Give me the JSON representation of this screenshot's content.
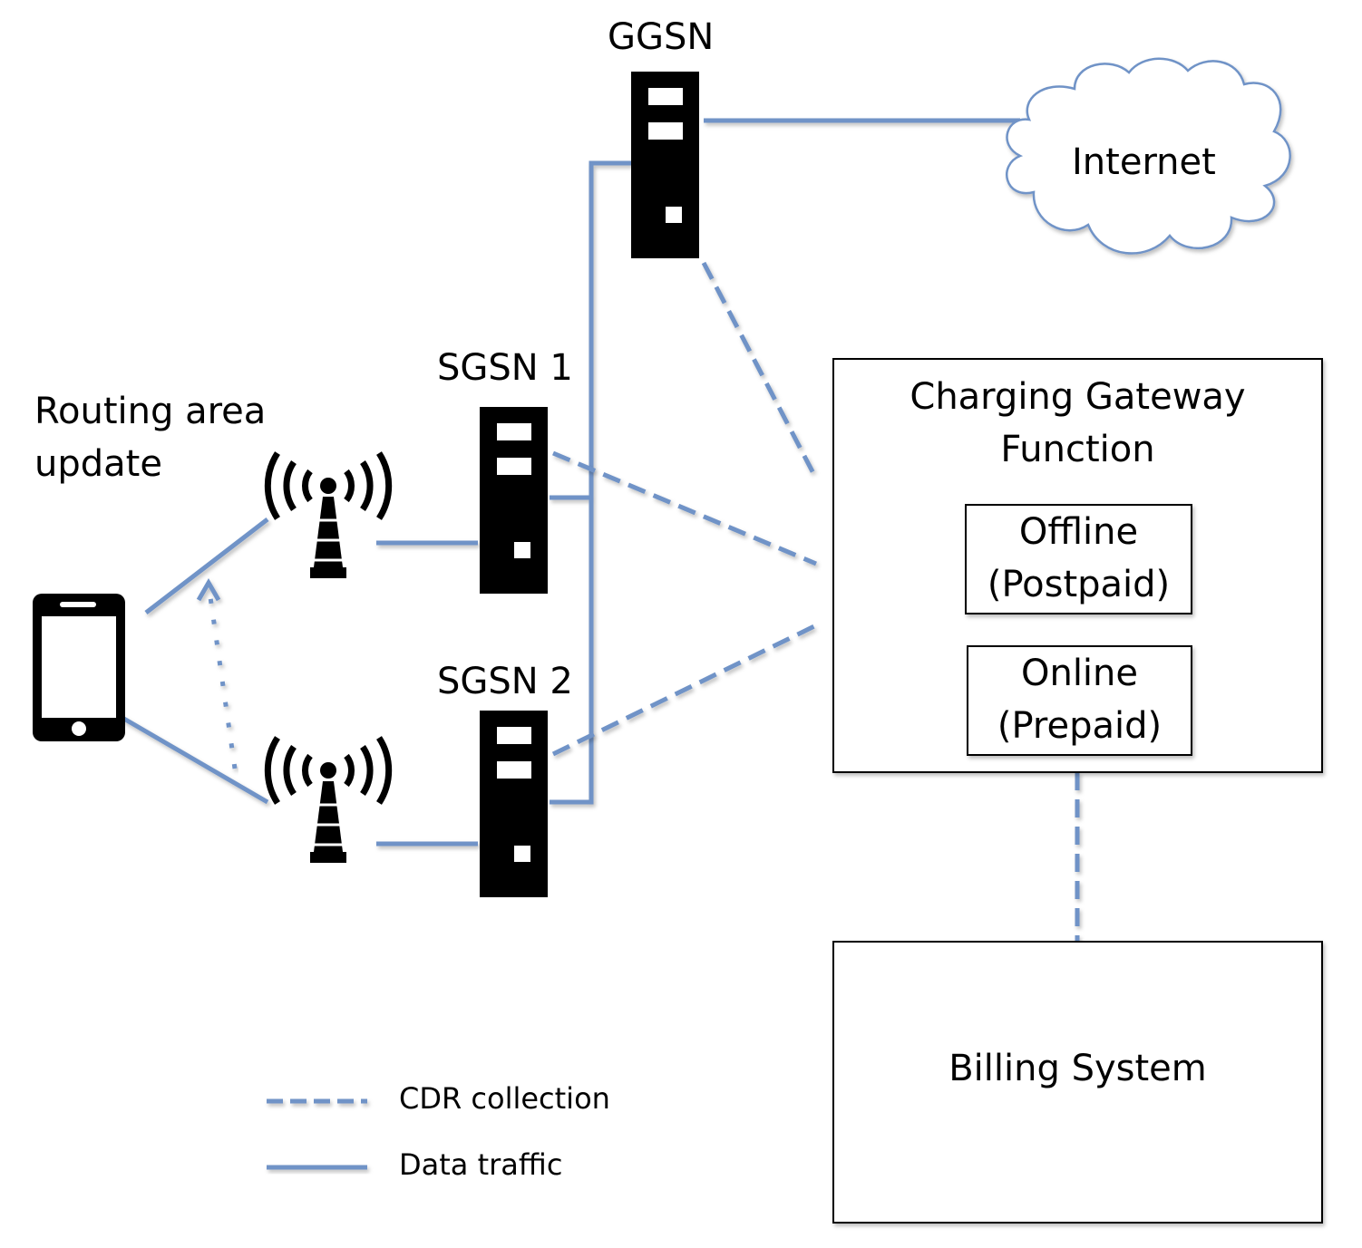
{
  "nodes": {
    "ggsn": {
      "label": "GGSN"
    },
    "sgsn1": {
      "label": "SGSN 1"
    },
    "sgsn2": {
      "label": "SGSN 2"
    },
    "internet": {
      "label": "Internet"
    },
    "mobile_event": {
      "line1": "Routing area",
      "line2": "update"
    },
    "cgf": {
      "title_line1": "Charging Gateway",
      "title_line2": "Function",
      "offline": {
        "line1": "Offline",
        "line2": "(Postpaid)"
      },
      "online": {
        "line1": "Online",
        "line2": "(Prepaid)"
      }
    },
    "billing": {
      "label": "Billing System"
    }
  },
  "legend": {
    "items": [
      {
        "label": "CDR collection",
        "style": "dashed"
      },
      {
        "label": "Data traffic",
        "style": "solid"
      }
    ]
  },
  "colors": {
    "link": "#7093c7",
    "device": "#000000"
  }
}
